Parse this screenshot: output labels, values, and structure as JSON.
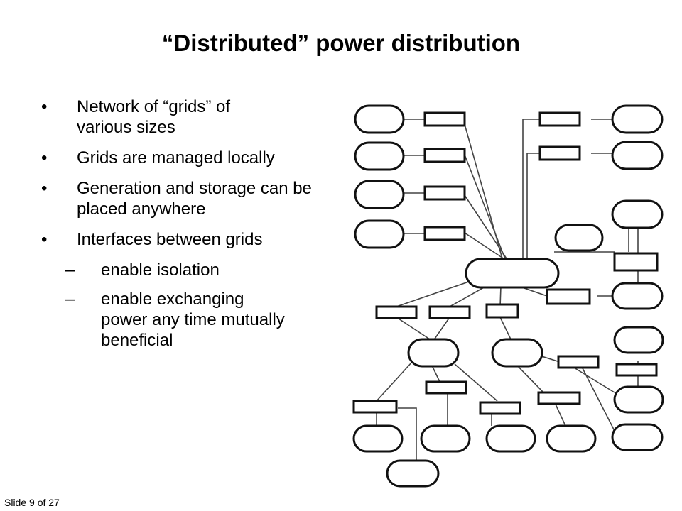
{
  "slide": {
    "title": "“Distributed” power distribution",
    "bullets": [
      "Network of “grids” of various sizes",
      "Grids are managed locally",
      "Generation and storage can be placed anywhere",
      "Interfaces between grids"
    ],
    "sub_bullets": [
      "enable isolation",
      "enable exchanging power any time mutually beneficial"
    ],
    "bullet_glyph": "•",
    "dash_glyph": "–",
    "footer": "Slide 9 of 27"
  }
}
